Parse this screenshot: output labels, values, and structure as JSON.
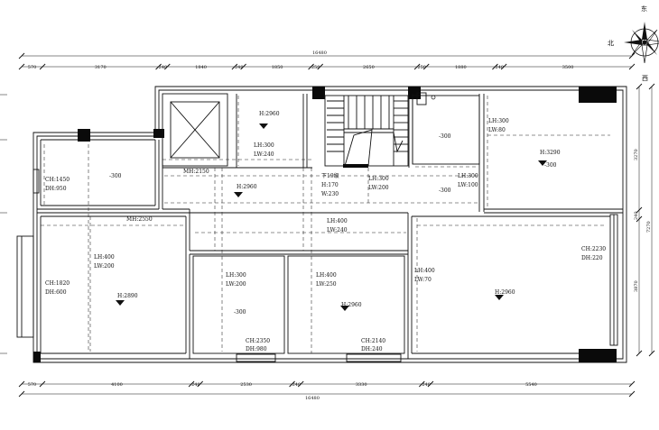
{
  "compass": {
    "east": "东",
    "north": "北",
    "west": "西"
  },
  "dims_top": [
    "570",
    "3170",
    "240",
    "1840",
    "240",
    "1850",
    "250",
    "2650",
    "250",
    "1880",
    "240",
    "3500"
  ],
  "total_top": "16480",
  "dims_bottom": [
    "570",
    "4100",
    "240",
    "2530",
    "240",
    "3330",
    "240",
    "5540"
  ],
  "total_bottom": "16480",
  "dims_right": [
    "3270",
    "240",
    "3870"
  ],
  "total_right": "7270",
  "stair": {
    "line1": "下19级",
    "line2": "H:170",
    "line3": "W:230"
  },
  "labels": {
    "elev_h": "H:2960",
    "lh300_240": {
      "l1": "LH:300",
      "l2": "LW:240"
    },
    "mh2150": "MH:2150",
    "corridor_h": "H:2960",
    "lh300_200_stair": {
      "l1": "LH:300",
      "l2": "LW:200"
    },
    "lh300_100": {
      "l1": "LH:300",
      "l2": "LW:100"
    },
    "minus300_mid": "-300",
    "minus300_smallroom": "-300",
    "lh300_80": {
      "l1": "LH:300",
      "l2": "LW:80"
    },
    "h3290": "H:3290",
    "minus300_ne": "-300",
    "ch1450": {
      "l1": "CH:1450",
      "l2": "DH:950"
    },
    "minus300_nw": "-300",
    "mh2550": "MH:2550",
    "lh400_240": {
      "l1": "LH:400",
      "l2": "LW:240"
    },
    "lh400_200": {
      "l1": "LH:400",
      "l2": "LW:200"
    },
    "ch1820": {
      "l1": "CH:1820",
      "l2": "DH:600"
    },
    "h2890": "H:2890",
    "lh300_200_sm": {
      "l1": "LH:300",
      "l2": "LW:200"
    },
    "minus300_sm": "-300",
    "ch2350": {
      "l1": "CH:2350",
      "l2": "DH:980"
    },
    "lh400_250": {
      "l1": "LH:400",
      "l2": "LW:250"
    },
    "h2960_mid": "H:2960",
    "ch2140": {
      "l1": "CH:2140",
      "l2": "DH:240"
    },
    "lh400_70": {
      "l1": "LH:400",
      "l2": "LW:70"
    },
    "h2960_se": "H:2960",
    "ch2230": {
      "l1": "CH:2230",
      "l2": "DH:220"
    }
  }
}
